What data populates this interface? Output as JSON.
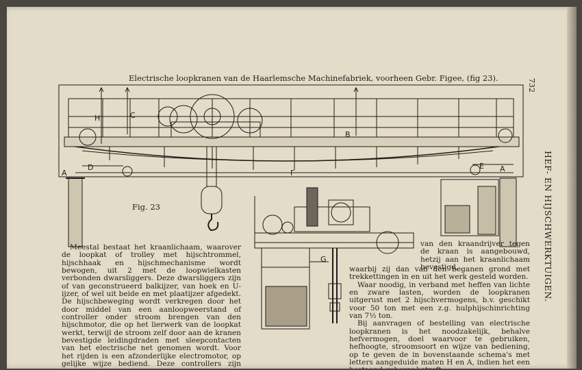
{
  "page": {
    "caption": "Electrische loopkranen van de Haarlemsche Machinefabriek, voorheen Gebr. Figee, (fig 23).",
    "page_number": "732",
    "running_head": "HEF- EN HIJSCHWERKTUIGEN.",
    "figure_label": "Fig. 23"
  },
  "diagram": {
    "labels": {
      "H": "H",
      "C": "C",
      "B": "B",
      "A_left": "A",
      "D": "D",
      "F": "F",
      "E": "E",
      "A_right": "A",
      "G": "G"
    }
  },
  "text": {
    "left": [
      "Meestal bestaat het kraanlichaam, waarover de loopkat of trolley met hijschtrommel, hijschhaak en hijschmechanisme wordt bewogen, uit 2 met de loopwielkasten verbonden dwarsliggers. Deze dwarsliggers zijn of van geconstrueerd balkijzer, van hoek en U-ijzer, of wel uit beide en met plaatijzer afgedekt. De hijschbeweging wordt verkregen door het door middel van een aanloopweerstand of controller onder stroom brengen van den hijschmotor, die op het lierwerk van de loopkat werkt, terwijl de stroom zelf door aan de kranen bevestigde leidingdraden met sleepcontacten van het electrische net genomen wordt. Voor het rijden is een afzonderlijke electromotor, op gelijke wijze bediend. Deze controllers zijn hetzij opgesteld in een kooi, welke ten behoeve"
    ],
    "right_top": "van den kraandrijver tegen de kraan is aangebouwd, hetzij aan het kraanlichaam bevestigd,",
    "right": [
      "waarbij zij dan van den beganen grond met trekkettingen in en uit het werk gesteld worden.",
      "Waar noodig, in verband met heffen van lichte en zware lasten, worden de loopkranen uitgerust met 2 hijschvermogens, b.v. geschikt voor 50 ton met een z.g. hulphijschinrichting van 7½ ton.",
      "Bij aanvragen of bestelling van electrische loopkranen is het noodzakelijk, behalve hefvermogen, doel waarvoor te gebruiken, hefhoogte, stroomsoort en wijze van bediening, op te geven de in bovenstaande schema's met letters aangeduide maten H en A, indien het een bestaand gebouw betreft."
    ]
  },
  "colors": {
    "paper": "#e3dcc8",
    "ink": "#1f1c18",
    "background": "#4a4743"
  }
}
